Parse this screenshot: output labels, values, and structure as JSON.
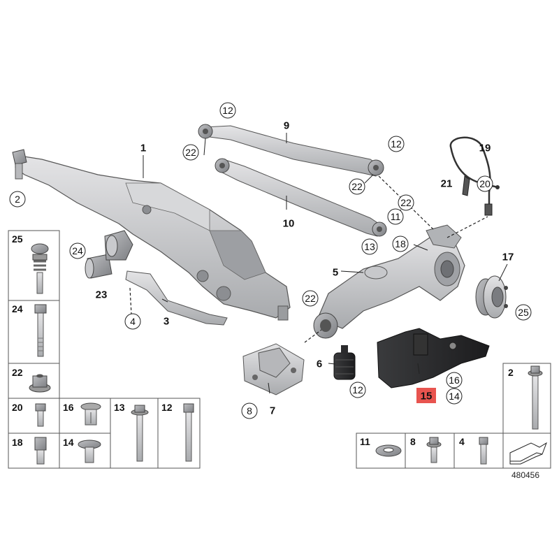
{
  "diagram": {
    "reference_number": "480456",
    "highlight_color": "#e8544f",
    "callouts": {
      "c1": "1",
      "c2": "2",
      "c3": "3",
      "c4": "4",
      "c5": "5",
      "c6": "6",
      "c7": "7",
      "c8": "8",
      "c9": "9",
      "c10": "10",
      "c11": "11",
      "c12a": "12",
      "c12b": "12",
      "c12c": "12",
      "c13": "13",
      "c14": "14",
      "c15": "15",
      "c16": "16",
      "c17": "17",
      "c18": "18",
      "c19": "19",
      "c20": "20",
      "c21": "21",
      "c22a": "22",
      "c22b": "22",
      "c22c": "22",
      "c22d": "22",
      "c23": "23",
      "c24": "24",
      "c25": "25"
    },
    "fastener_table_left": [
      "25",
      "24",
      "22",
      "20",
      "16",
      "13",
      "12",
      "18",
      "14"
    ],
    "fastener_table_right": [
      "2",
      "11",
      "8",
      "4"
    ]
  }
}
